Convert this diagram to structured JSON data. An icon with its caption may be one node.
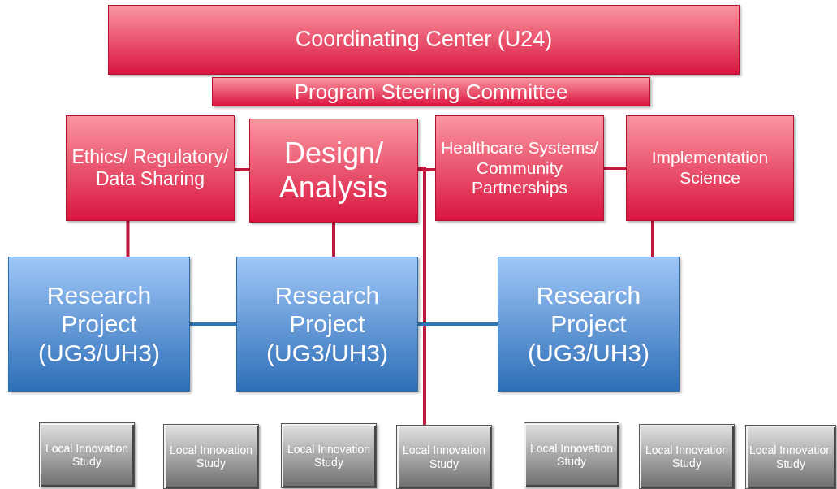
{
  "diagram": {
    "nodes": [
      {
        "text": [
          "Coordinating Center (U24)"
        ]
      },
      {
        "text": [
          "Program Steering Committee"
        ]
      },
      {
        "text": [
          "Ethics/ Regulatory/ Data Sharing"
        ]
      },
      {
        "text": [
          "Design/ Analysis"
        ]
      },
      {
        "text": [
          "Healthcare Systems/ Community Partnerships"
        ]
      },
      {
        "text": [
          "Implementation Science"
        ]
      },
      {
        "text": [
          "Research Project (UG3/UH3)"
        ]
      },
      {
        "text": [
          "Research Project (UG3/UH3)"
        ]
      },
      {
        "text": [
          "Research Project (UG3/UH3)"
        ]
      },
      {
        "text": [
          "Local Innovation Study"
        ]
      },
      {
        "text": [
          "Local Innovation Study"
        ]
      },
      {
        "text": [
          "Local Innovation Study"
        ]
      },
      {
        "text": [
          "Local Innovation Study"
        ]
      },
      {
        "text": [
          "Local Innovation Study"
        ]
      },
      {
        "text": [
          "Local Innovation Study"
        ]
      },
      {
        "text": [
          "Local Innovation Study"
        ]
      }
    ],
    "edges": [
      {
        "from": 2,
        "to": 3,
        "arrow": "none"
      },
      {
        "from": 3,
        "to": 4,
        "arrow": "none"
      },
      {
        "from": 3,
        "to": 12,
        "arrow": "none"
      },
      {
        "from": 4,
        "to": 5,
        "arrow": "none"
      },
      {
        "from": 2,
        "to": 6,
        "arrow": "none"
      },
      {
        "from": 3,
        "to": 7,
        "arrow": "none"
      },
      {
        "from": 5,
        "to": 8,
        "arrow": "none"
      },
      {
        "from": 6,
        "to": 7,
        "arrow": "none",
        "color": "#2e75b6"
      },
      {
        "from": 7,
        "to": 8,
        "arrow": "none",
        "color": "#2e75b6"
      }
    ]
  }
}
